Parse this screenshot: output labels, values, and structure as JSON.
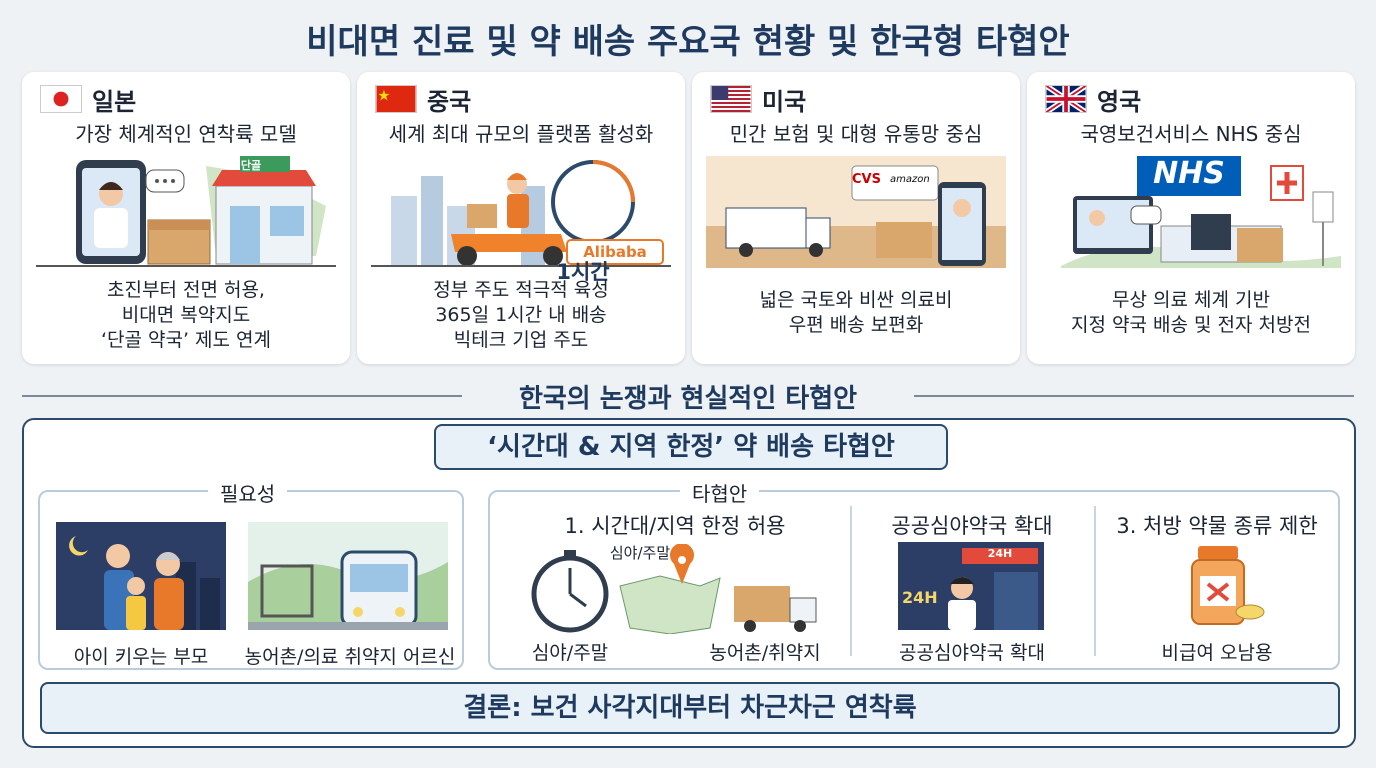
{
  "title": "비대면 진료 및 약 배송 주요국 현황 및 한국형 타협안",
  "countries": [
    {
      "name": "일본",
      "subtitle": "가장 체계적인 연착륙 모델",
      "sign_text": "단골",
      "bullets": [
        "초진부터 전면 허용,",
        "비대면 복약지도",
        "‘단골 약국’ 제도 연계"
      ]
    },
    {
      "name": "중국",
      "subtitle": "세계 최대 규모의 플랫폼 활성화",
      "clock_text": "1시간",
      "brand_text": "Alibaba",
      "bullets": [
        "정부 주도 적극적 육성",
        "365일 1시간 내 배송",
        "빅테크 기업 주도"
      ]
    },
    {
      "name": "미국",
      "subtitle": "민간 보험 및 대형 유통망 중심",
      "brand_text_1": "CVS",
      "brand_text_2": "amazon",
      "bullets": [
        "넓은 국토와 비싼 의료비",
        "우편 배송 보편화"
      ]
    },
    {
      "name": "영국",
      "subtitle": "국영보건서비스 NHS 중심",
      "nhs_text": "NHS",
      "bullets": [
        "무상 의료 체계 기반",
        "지정 약국 배송 및 전자 처방전"
      ]
    }
  ],
  "section_title": "한국의 논쟁과 현실적인 타협안",
  "plan_title": "‘시간대 & 지역 한정’ 약 배송 타협안",
  "need": {
    "label": "필요성",
    "items": [
      "아이 키우는 부모",
      "농어촌/의료 취약지 어르신"
    ]
  },
  "compromise": {
    "label": "타협안",
    "col1_title": "1. 시간대/지역 한정 허용",
    "col1_labels": [
      "심야/주말",
      "심야/주말",
      "농어촌/취약지"
    ],
    "col2_title": "공공심야약국 확대",
    "col2_caption": "공공심야약국 확대",
    "col2_sign_1": "24H",
    "col2_sign_2": "24H",
    "col3_title": "3. 처방 약물 종류 제한",
    "col3_caption": "비급여 오남용"
  },
  "conclusion": "결론: 보건 사각지대부터 차근차근 연착륙",
  "colors": {
    "title": "#1f3a5f",
    "border": "#2c4a6b",
    "accent_orange": "#e8782a",
    "box_fill": "#e8f1f8"
  }
}
